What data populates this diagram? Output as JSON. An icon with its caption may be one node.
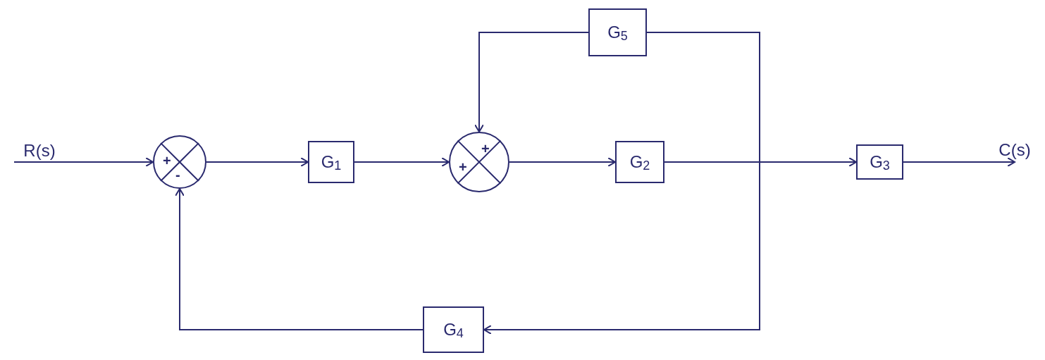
{
  "diagram": {
    "nodes": [
      {
        "text": [
          "R(s)"
        ]
      },
      {
        "text": [
          "+",
          "-"
        ]
      },
      {
        "text": [
          "G$_{1}$"
        ]
      },
      {
        "text": [
          "+",
          "+"
        ]
      },
      {
        "text": [
          "G$_{2}$"
        ]
      },
      {
        "text": [
          "G$_{3}$"
        ]
      },
      {
        "text": [
          "C(s)"
        ]
      },
      {
        "text": [
          "G$_{5}$"
        ]
      },
      {
        "text": [
          "G$_{4}$"
        ]
      }
    ],
    "edges": [
      {
        "from": 0,
        "to": 1,
        "arrow": "to"
      },
      {
        "from": 1,
        "to": 2,
        "arrow": "to"
      },
      {
        "from": 2,
        "to": 3,
        "arrow": "to"
      },
      {
        "from": 3,
        "to": 4,
        "arrow": "to"
      },
      {
        "from": 4,
        "to": 5,
        "arrow": "to"
      },
      {
        "from": 5,
        "to": 6,
        "arrow": "to"
      },
      {
        "from": 4,
        "to": 7,
        "arrow": "none"
      },
      {
        "from": 4,
        "to": 8,
        "arrow": "to"
      },
      {
        "from": 7,
        "to": 3,
        "arrow": "to"
      },
      {
        "from": 8,
        "to": 1,
        "arrow": "to"
      }
    ]
  }
}
